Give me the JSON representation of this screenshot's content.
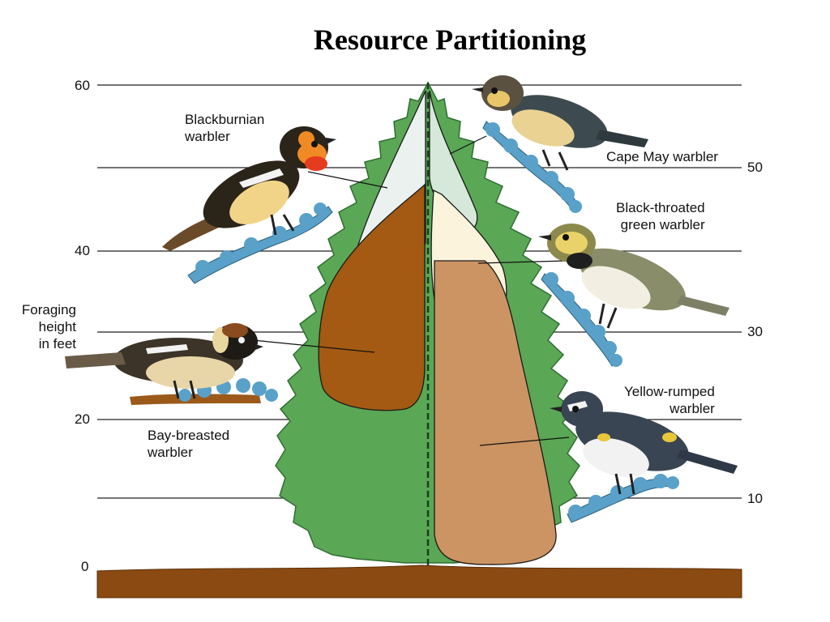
{
  "title": "Resource Partitioning",
  "axis": {
    "label": "Foraging\nheight\nin feet",
    "left_ticks": [
      "60",
      "40",
      "20",
      "0"
    ],
    "right_ticks": [
      "50",
      "30",
      "10"
    ]
  },
  "birds": {
    "blackburnian": "Blackburnian\nwarbler",
    "cape_may": "Cape May warbler",
    "black_throated_green": "Black-throated\ngreen warbler",
    "bay_breasted": "Bay-breasted\nwarbler",
    "yellow_rumped": "Yellow-rumped\nwarbler"
  },
  "colors": {
    "tree": "#5aa755",
    "tree_outline": "#2f6e33",
    "ground": "#8a4a12",
    "blackburnian_zone": "#eaf1ee",
    "cape_may_zone": "#d6e8da",
    "bay_breasted_zone": "#a45a12",
    "black_throated_zone": "#fbf3dc",
    "yellow_rumped_zone": "#cc9463",
    "foliage": "#5aa1c9"
  }
}
